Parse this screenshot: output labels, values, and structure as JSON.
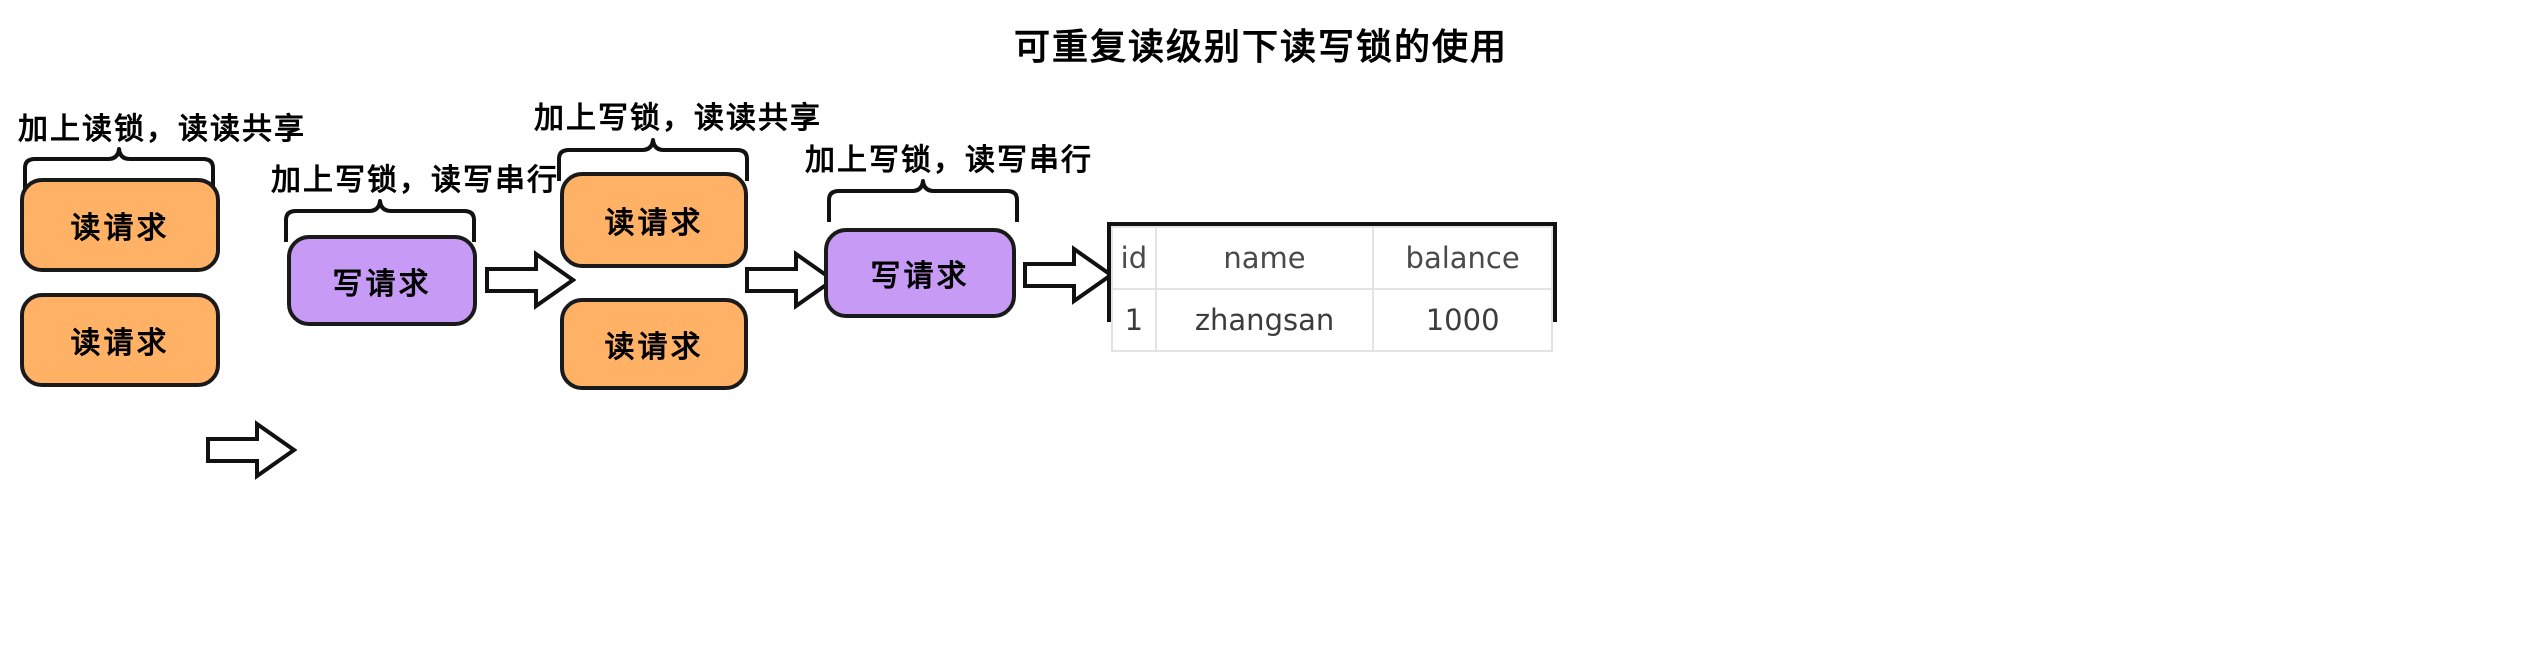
{
  "title": "可重复读级别下读写锁的使用",
  "groups": [
    {
      "id": "group-1",
      "label": "加上读锁，读读共享",
      "boxes": [
        {
          "text": "读请求",
          "kind": "read"
        },
        {
          "text": "读请求",
          "kind": "read"
        }
      ]
    },
    {
      "id": "group-2",
      "label": "加上写锁，读写串行",
      "boxes": [
        {
          "text": "写请求",
          "kind": "write"
        }
      ]
    },
    {
      "id": "group-3",
      "label": "加上写锁，读读共享",
      "boxes": [
        {
          "text": "读请求",
          "kind": "read"
        },
        {
          "text": "读请求",
          "kind": "read"
        }
      ]
    },
    {
      "id": "group-4",
      "label": "加上写锁，读写串行",
      "boxes": [
        {
          "text": "写请求",
          "kind": "write"
        }
      ]
    }
  ],
  "arrows": [
    {
      "name": "arrow-1"
    },
    {
      "name": "arrow-2"
    },
    {
      "name": "arrow-3"
    },
    {
      "name": "arrow-4"
    }
  ],
  "table": {
    "headers": [
      "id",
      "name",
      "balance"
    ],
    "rows": [
      [
        "1",
        "zhangsan",
        "1000"
      ]
    ]
  },
  "colors": {
    "read_fill": "#FFB266",
    "write_fill": "#C79BF5",
    "stroke": "#1a1a1a",
    "table_border": "#111111",
    "table_grid": "#e3e3e3",
    "background": "#ffffff"
  }
}
